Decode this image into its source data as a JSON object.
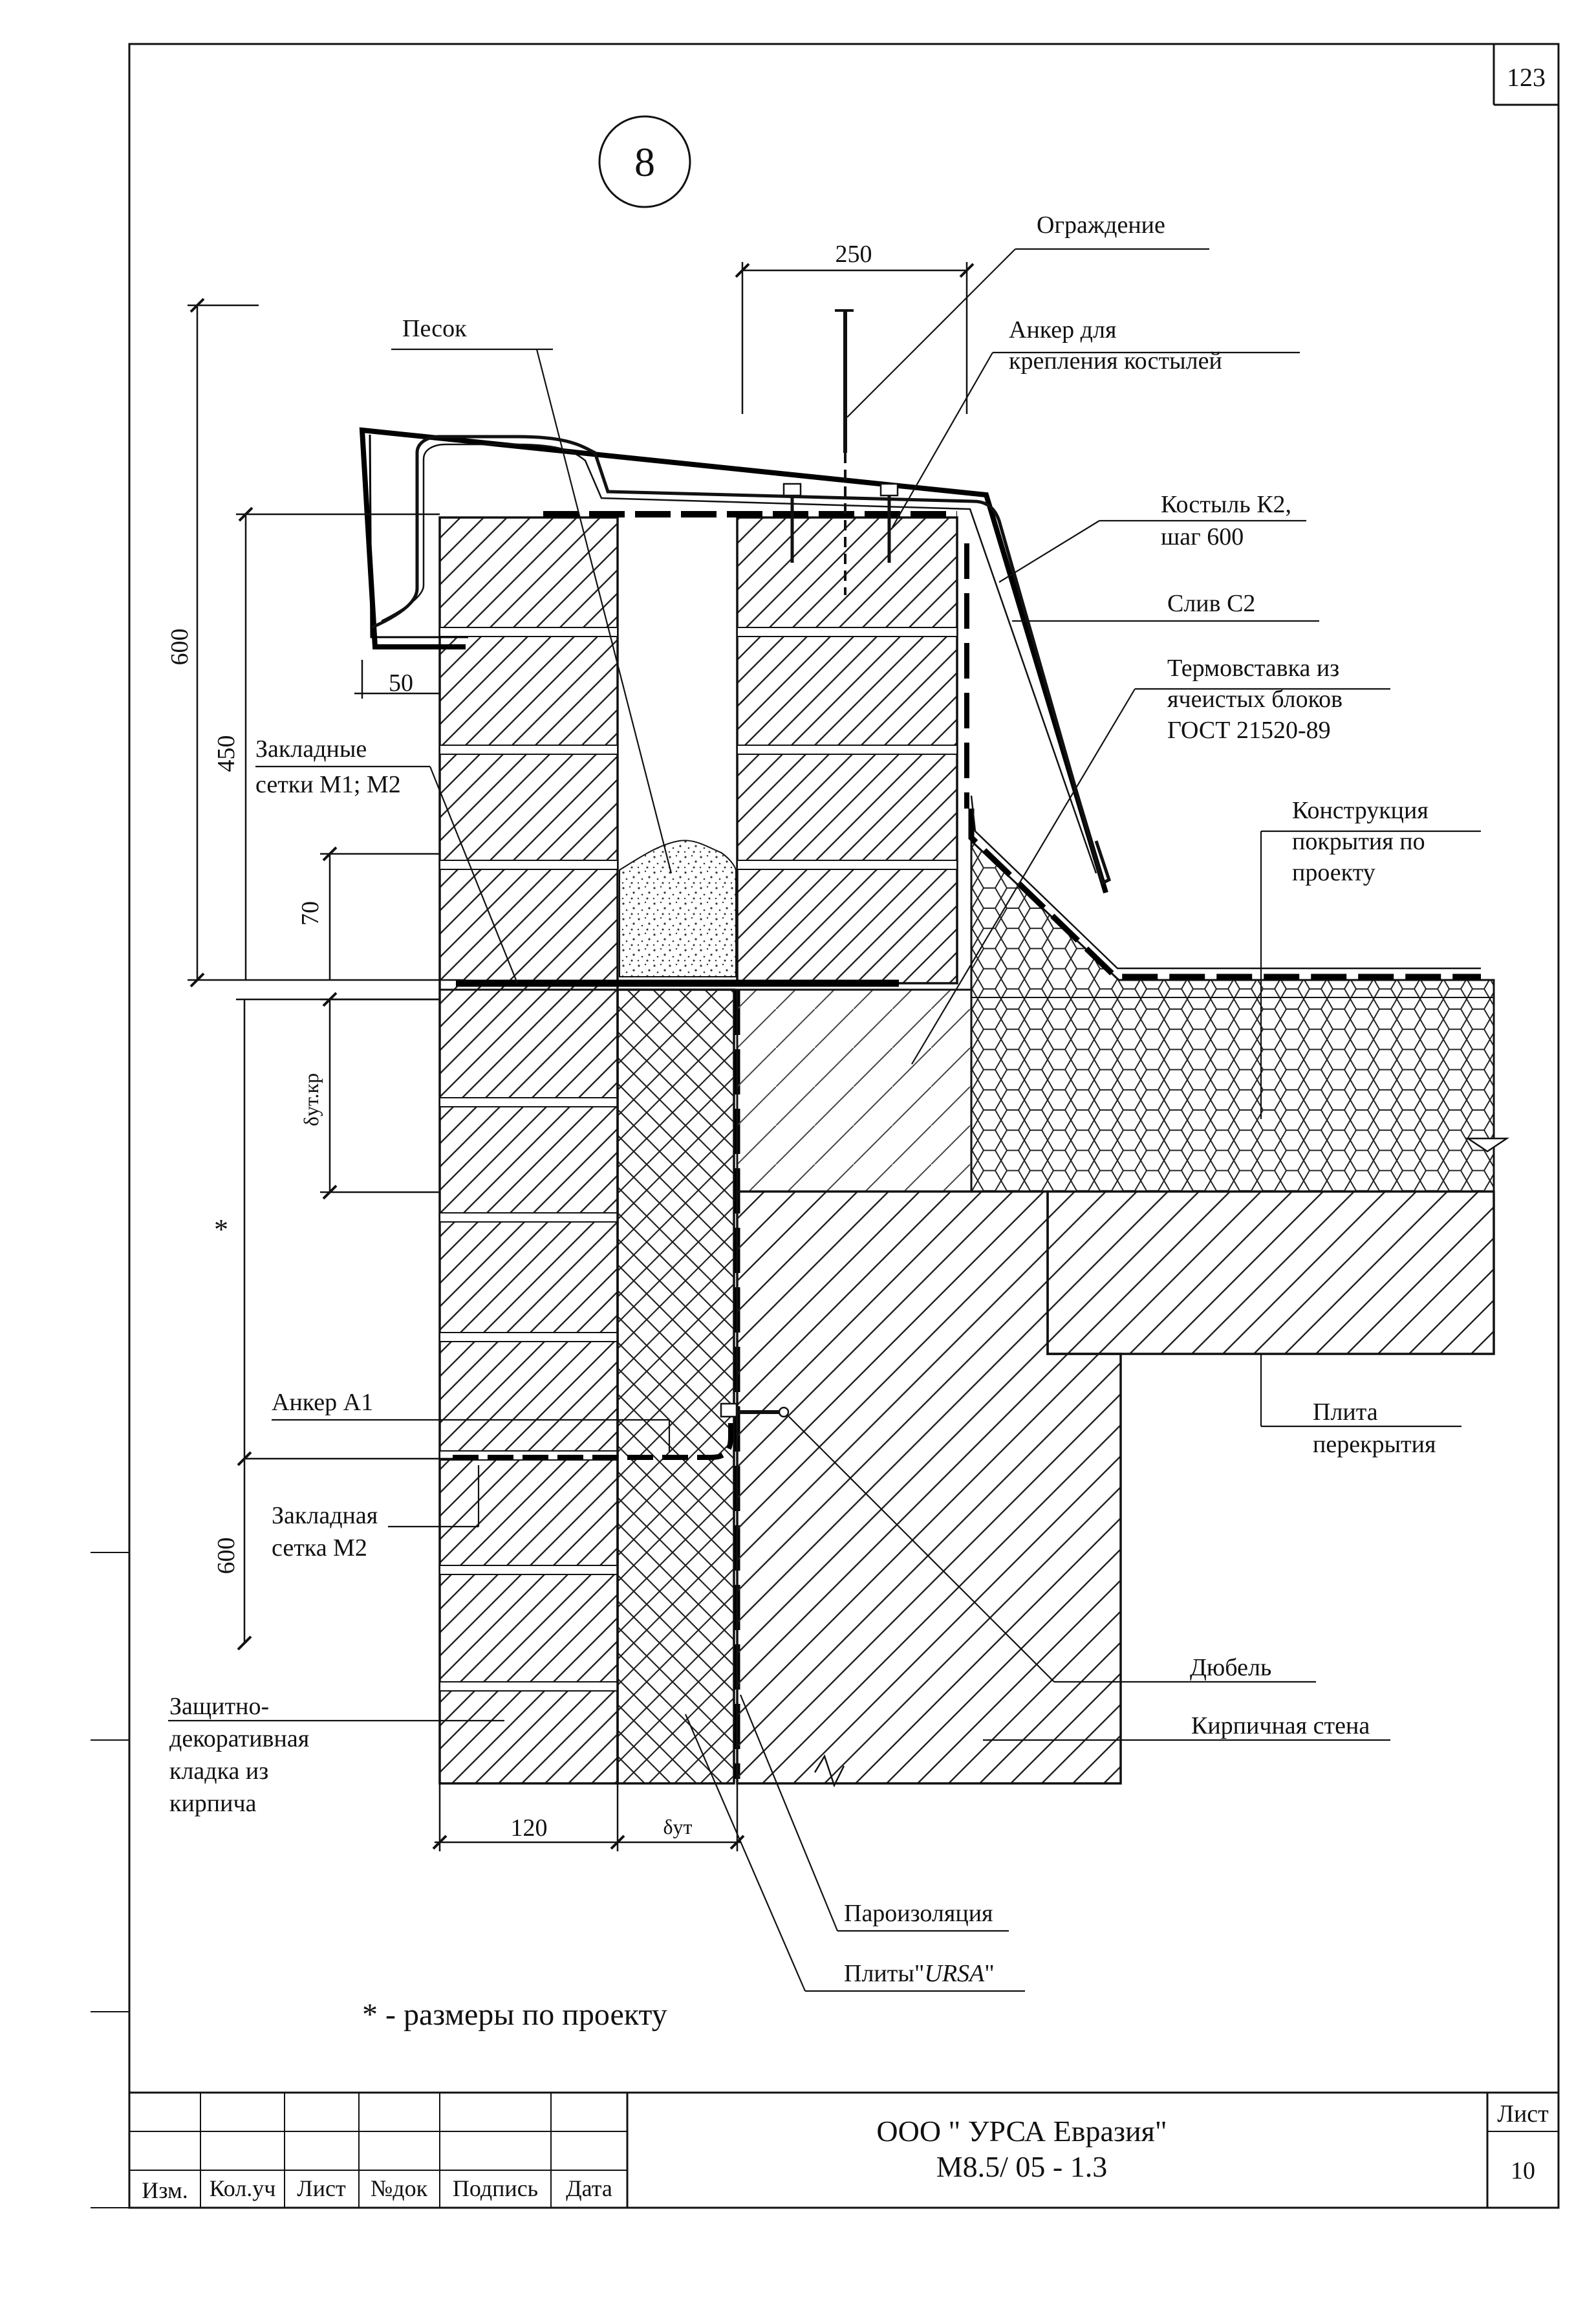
{
  "sheet_number_corner": "123",
  "detail_number": "8",
  "dimensions": {
    "top_250": "250",
    "left_600_top": "600",
    "left_450": "450",
    "left_70": "70",
    "left_50": "50",
    "delta_ut_kr": "δут.кр",
    "star": "*",
    "left_600_bottom": "600",
    "bottom_120": "120",
    "bottom_delta_ut": "δут"
  },
  "labels": {
    "ograzhdenie": "Ограждение",
    "pesok": "Песок",
    "anker_line1": "Анкер для",
    "anker_line2": "крепления костылей",
    "kostyl_line1": "Костыль К2,",
    "kostyl_line2": "шаг 600",
    "sliv": "Слив С2",
    "termo_line1": "Термовставка из",
    "termo_line2": "ячеистых блоков",
    "termo_line3": "ГОСТ 21520-89",
    "zakladnye_line1": "Закладные",
    "zakladnye_line2": "сетки  М1; М2",
    "konstr_line1": "Конструкция",
    "konstr_line2": "покрытия по",
    "konstr_line3": "проекту",
    "anker_a1": "Анкер А1",
    "plita_line1": "Плита",
    "plita_line2": "перекрытия",
    "zakladnaya_line1": "Закладная",
    "zakladnaya_line2": "сетка  М2",
    "dyubel": "Дюбель",
    "zashch_line1": "Защитно-",
    "zashch_line2": "декоративная",
    "zashch_line3": "кладка из",
    "zashch_line4": "кирпича",
    "kirpich_stena": "Кирпичная стена",
    "paroizol": "Пароизоляция",
    "plity_prefix": "Плиты\"",
    "plity_brand": "URSA",
    "plity_suffix": "\""
  },
  "footnote": "* - размеры по проекту",
  "title_block": {
    "col_izm": "Изм.",
    "col_kol": "Кол.уч",
    "col_list": "Лист",
    "col_ndok": "№док",
    "col_podpis": "Подпись",
    "col_data": "Дата",
    "org": "ООО \" УРСА Евразия\"",
    "code": "М8.5/ 05 - 1.3",
    "list_label": "Лист",
    "list_number": "10"
  }
}
